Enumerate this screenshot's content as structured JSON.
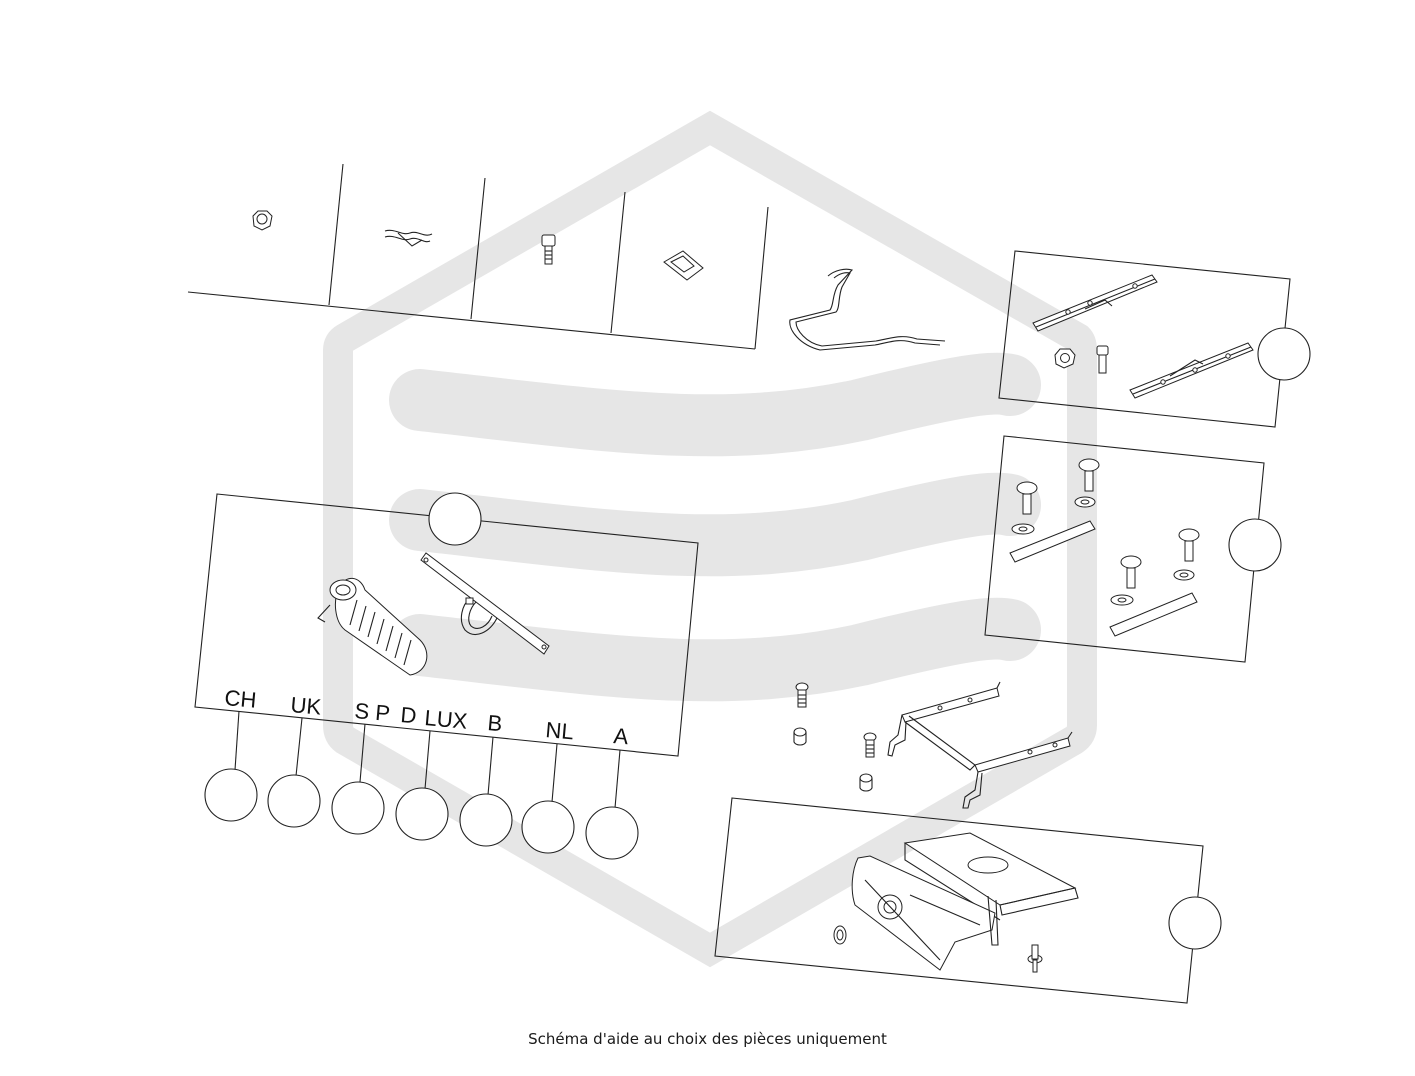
{
  "caption": "Schéma d'aide au choix des pièces uniquement",
  "country_labels": [
    "CH",
    "UK",
    "S P",
    "D",
    "LUX",
    "B",
    "NL",
    "A"
  ],
  "watermark": {
    "color": "#e6e6e6"
  },
  "colors": {
    "line": "#222222",
    "background": "#ffffff"
  }
}
